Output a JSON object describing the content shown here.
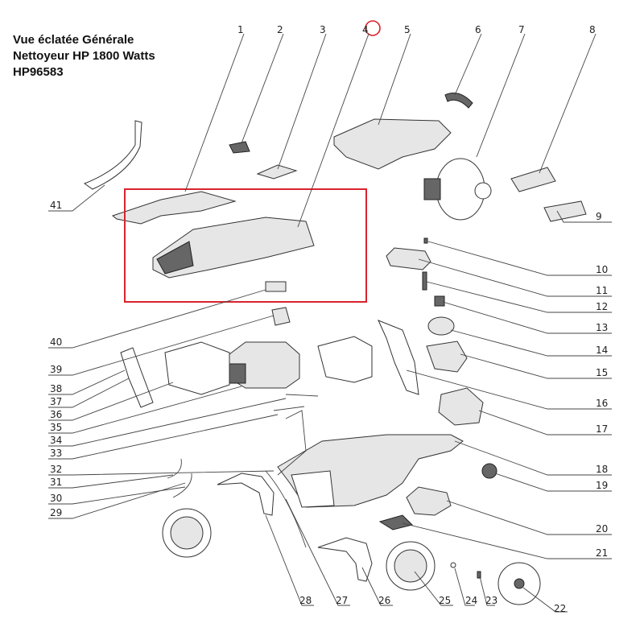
{
  "title": {
    "line1": "Vue éclatée Générale",
    "line2": "Nettoyeur HP 1800 Watts",
    "line3": "HP96583"
  },
  "highlight": {
    "part": "4",
    "color": "#d9232d"
  },
  "callouts": [
    "1",
    "2",
    "3",
    "4",
    "5",
    "6",
    "7",
    "8",
    "9",
    "10",
    "11",
    "12",
    "13",
    "14",
    "15",
    "16",
    "17",
    "18",
    "19",
    "20",
    "21",
    "22",
    "23",
    "24",
    "25",
    "26",
    "27",
    "28",
    "29",
    "30",
    "31",
    "32",
    "33",
    "34",
    "35",
    "36",
    "37",
    "38",
    "39",
    "40",
    "41"
  ]
}
